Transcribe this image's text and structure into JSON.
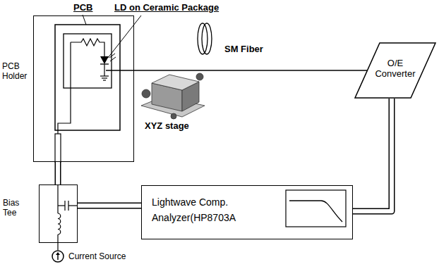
{
  "diagram": {
    "nodes": [
      {
        "text": [
          "PCB Holder"
        ]
      },
      {
        "text": [
          "O/E Converter"
        ]
      },
      {
        "text": [
          "Bias Tee"
        ]
      },
      {
        "text": [
          "Lightwave Comp. Analyzer(HP8703A"
        ]
      },
      {
        "text": [
          "Current Source"
        ]
      }
    ],
    "edges": [
      {
        "from": 0,
        "to": 1,
        "arrow": "none"
      },
      {
        "from": 0,
        "to": 2,
        "arrow": "none"
      },
      {
        "from": 2,
        "to": 3,
        "arrow": "none"
      },
      {
        "from": 1,
        "to": 3,
        "arrow": "none"
      },
      {
        "from": 4,
        "to": 2,
        "arrow": "none"
      }
    ],
    "labels": [
      "PCB",
      "LD on Ceramic Package",
      "SM Fiber",
      "XYZ stage"
    ]
  }
}
